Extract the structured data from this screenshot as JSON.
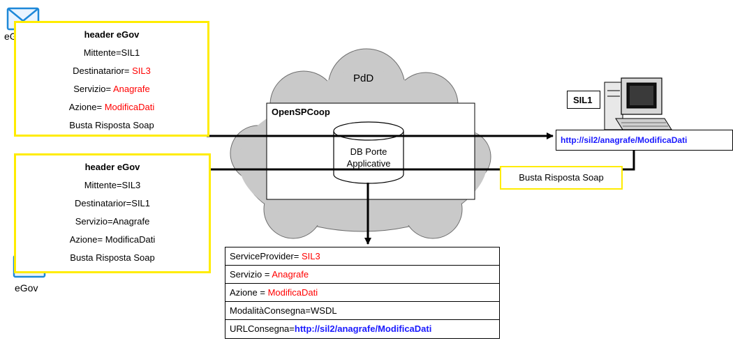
{
  "envelope_label": "eGov",
  "request_header": {
    "title": "header eGov",
    "sender_label": "Mittente=SIL1",
    "dest_label": "Destinatarior= ",
    "dest_value": "SIL3",
    "service_label": "Servizio= ",
    "service_value": "Anagrafe",
    "action_label": "Azione= ",
    "action_value": "ModificaDati",
    "body_label": "Busta Risposta Soap"
  },
  "response_header": {
    "title": "header eGov",
    "sender_label": "Mittente=SIL3",
    "dest_label": "Destinatarior=SIL1",
    "service_label": "Servizio=Anagrafe",
    "action_label": "Azione= ModificaDati",
    "body_label": "Busta Risposta Soap"
  },
  "pdd": {
    "cloud_label": "PdD",
    "box_title": "OpenSPCoop",
    "db_line1": "DB Porte",
    "db_line2": "Applicative"
  },
  "sil1": {
    "label": "SIL1",
    "url": "http://sil2/anagrafe/ModificaDati",
    "response_label": "Busta Risposta Soap"
  },
  "porta_applicativa": {
    "provider_label": "ServiceProvider= ",
    "provider_value": "SIL3",
    "service_label": "Servizio = ",
    "service_value": "Anagrafe",
    "action_label": "Azione = ",
    "action_value": "ModificaDati",
    "mode_label": "ModalitàConsegna=WSDL",
    "url_label": "URLConsegna=",
    "url_value": "http://sil2/anagrafe/ModificaDati"
  },
  "colors": {
    "highlight": "#ff0000",
    "link": "#1a1aff",
    "box_border": "#ffec00",
    "cloud": "#c9c9c9"
  }
}
